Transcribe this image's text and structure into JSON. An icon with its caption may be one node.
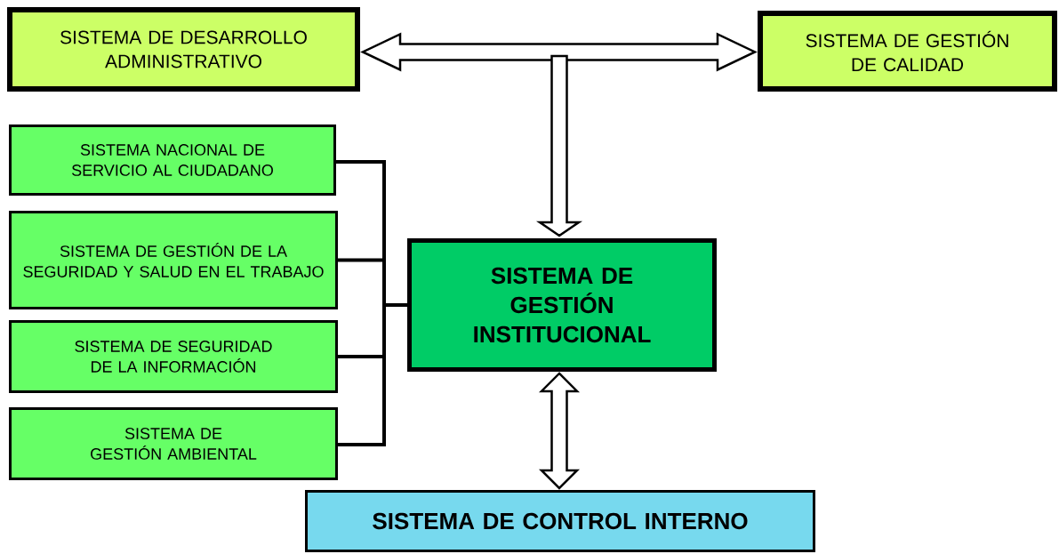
{
  "diagram": {
    "nodes": [
      {
        "text": [
          "SISTEMA DE DESARROLLO ADMINISTRATIVO"
        ]
      },
      {
        "text": [
          "SISTEMA DE GESTIÓN DE CALIDAD"
        ]
      },
      {
        "text": [
          "SISTEMA NACIONAL DE SERVICIO AL CIUDADANO"
        ]
      },
      {
        "text": [
          "SISTEMA DE GESTIÓN DE LA SEGURIDAD Y SALUD EN EL TRABAJO"
        ]
      },
      {
        "text": [
          "SISTEMA DE SEGURIDAD DE LA INFORMACIÓN"
        ]
      },
      {
        "text": [
          "SISTEMA DE GESTIÓN AMBIENTAL"
        ]
      },
      {
        "text": [
          "SISTEMA DE GESTIÓN INSTITUCIONAL"
        ]
      },
      {
        "text": [
          "SISTEMA DE CONTROL INTERNO"
        ]
      }
    ],
    "edges": [
      {
        "from": 0,
        "to": 1,
        "arrow": "both"
      },
      {
        "from": null,
        "to": 6,
        "arrow": "to"
      },
      {
        "from": 2,
        "to": 6,
        "arrow": "none"
      },
      {
        "from": 3,
        "to": 6,
        "arrow": "none"
      },
      {
        "from": 4,
        "to": 6,
        "arrow": "none"
      },
      {
        "from": 5,
        "to": 6,
        "arrow": "none"
      },
      {
        "from": 6,
        "to": 7,
        "arrow": "both"
      }
    ]
  }
}
